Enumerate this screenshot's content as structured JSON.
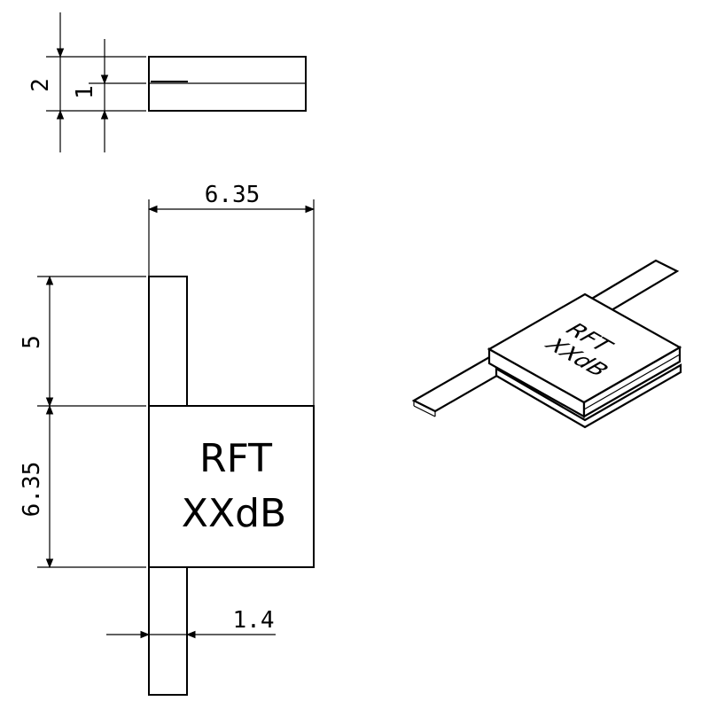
{
  "dimensions": {
    "side_total": "2",
    "side_tab": "1",
    "top_width": "6.35",
    "tab_length": "5",
    "body_height": "6.35",
    "tab_width": "1.4"
  },
  "marking": {
    "line1": "RFT",
    "line2": "XXdB"
  },
  "iso_marking": {
    "line1": "RFT",
    "line2": "XXdB"
  }
}
